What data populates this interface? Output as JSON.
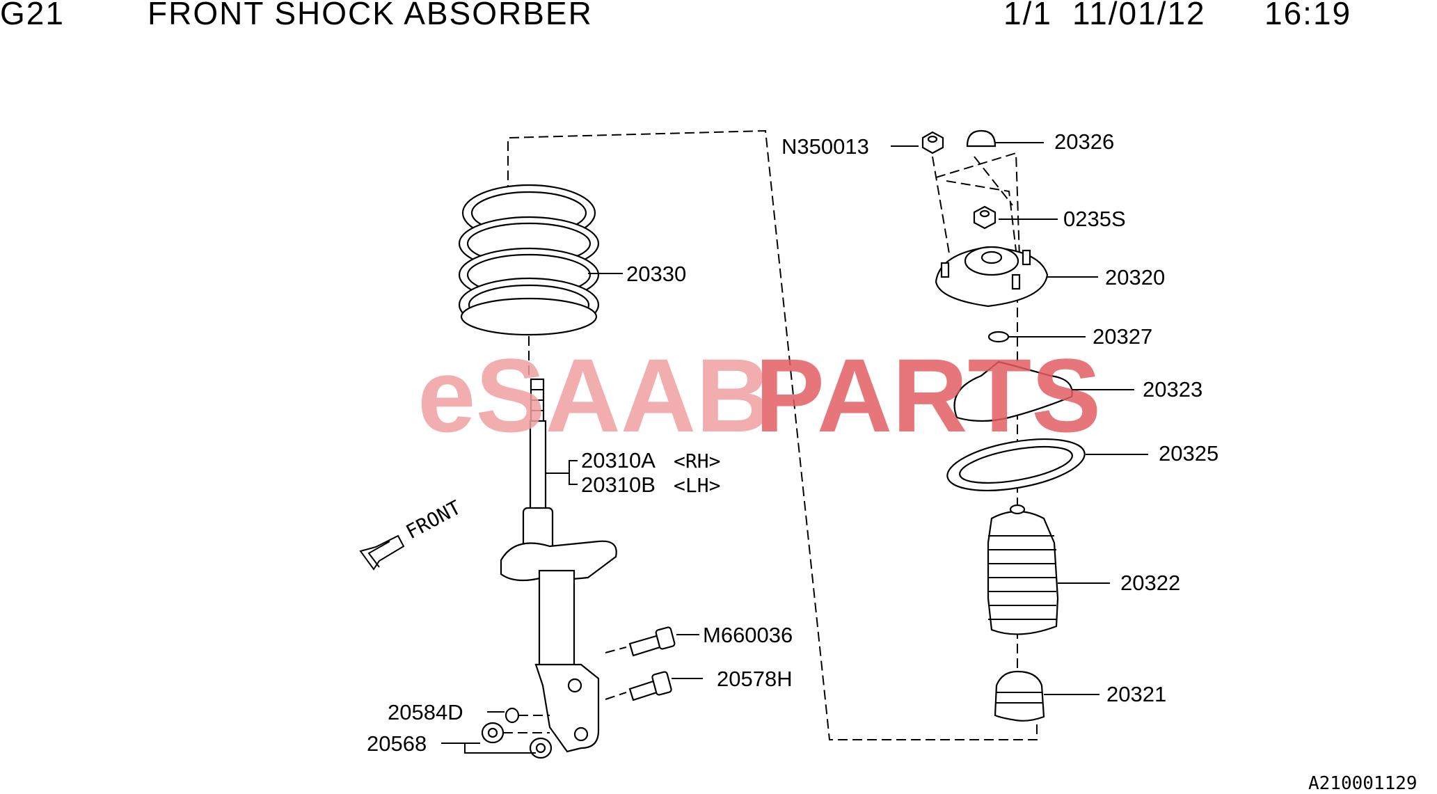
{
  "header": {
    "code": "G21",
    "title": "FRONT SHOCK ABSORBER",
    "page": "1/1",
    "date": "11/01/12",
    "time": "16:19"
  },
  "watermark": {
    "part1": "eSAAB",
    "part2": "PARTS",
    "color1": "#f0a0a0",
    "color2": "#e35f63"
  },
  "front_label": "FRONT",
  "labels": {
    "p20330": "20330",
    "p20310a": "20310A",
    "p20310a_side": "<RH>",
    "p20310b": "20310B",
    "p20310b_side": "<LH>",
    "pM660036": "M660036",
    "p20578h": "20578H",
    "p20584d": "20584D",
    "p20568": "20568",
    "pN350013": "N350013",
    "p20326": "20326",
    "p0235s": "0235S",
    "p20320": "20320",
    "p20327": "20327",
    "p20323": "20323",
    "p20325": "20325",
    "p20322": "20322",
    "p20321": "20321"
  },
  "diagram_ref": "A210001129"
}
